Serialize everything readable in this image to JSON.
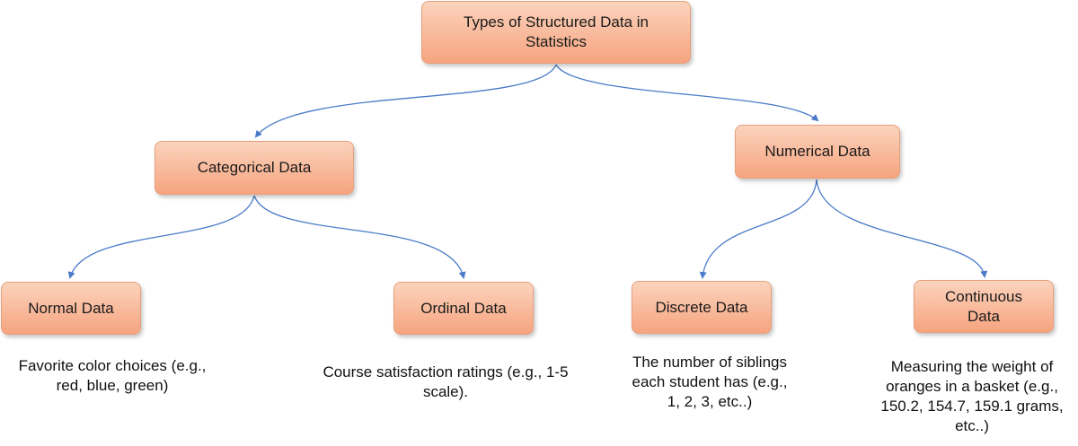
{
  "nodes": {
    "root": "Types of Structured Data in Statistics",
    "categorical": "Categorical Data",
    "numerical": "Numerical Data",
    "normal": "Normal Data",
    "ordinal": "Ordinal Data",
    "discrete": "Discrete Data",
    "continuous": "Continuous Data"
  },
  "descriptions": {
    "normal": "Favorite color choices (e.g., red, blue, green)",
    "ordinal": "Course satisfaction ratings (e.g., 1-5 scale).",
    "discrete": "The number of siblings each student has (e.g., 1, 2, 3, etc..)",
    "continuous": "Measuring the weight of oranges in a basket (e.g., 150.2, 154.7, 159.1 grams, etc..)"
  },
  "colors": {
    "node_fill_top": "#fbd3bd",
    "node_fill_bottom": "#f6a47f",
    "node_border": "#e6a07c",
    "connector": "#4a7bc8"
  }
}
